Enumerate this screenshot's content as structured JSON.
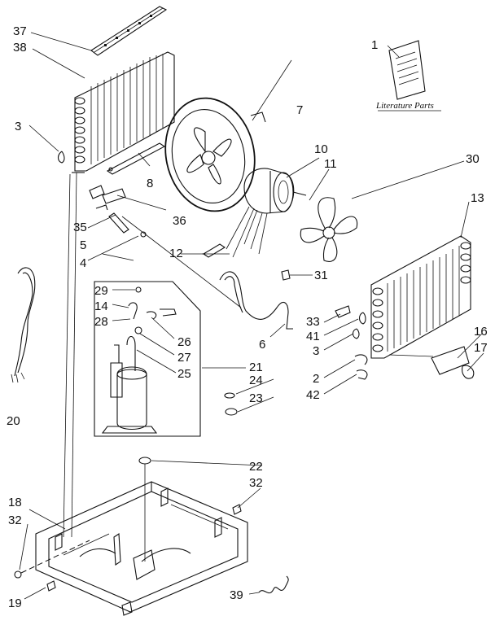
{
  "diagram": {
    "literature_caption": "Literature Parts",
    "callouts": {
      "c1": "1",
      "c2": "2",
      "c3a": "3",
      "c3b": "3",
      "c4": "4",
      "c5": "5",
      "c6": "6",
      "c7": "7",
      "c8": "8",
      "c10": "10",
      "c11": "11",
      "c12": "12",
      "c13": "13",
      "c14": "14",
      "c16": "16",
      "c17": "17",
      "c18": "18",
      "c19": "19",
      "c20": "20",
      "c21": "21",
      "c22": "22",
      "c23": "23",
      "c24": "24",
      "c25": "25",
      "c26": "26",
      "c27": "27",
      "c28": "28",
      "c29": "29",
      "c30": "30",
      "c31": "31",
      "c32a": "32",
      "c32b": "32",
      "c33": "33",
      "c35": "35",
      "c36": "36",
      "c37": "37",
      "c38": "38",
      "c39": "39",
      "c41": "41",
      "c42": "42"
    }
  }
}
